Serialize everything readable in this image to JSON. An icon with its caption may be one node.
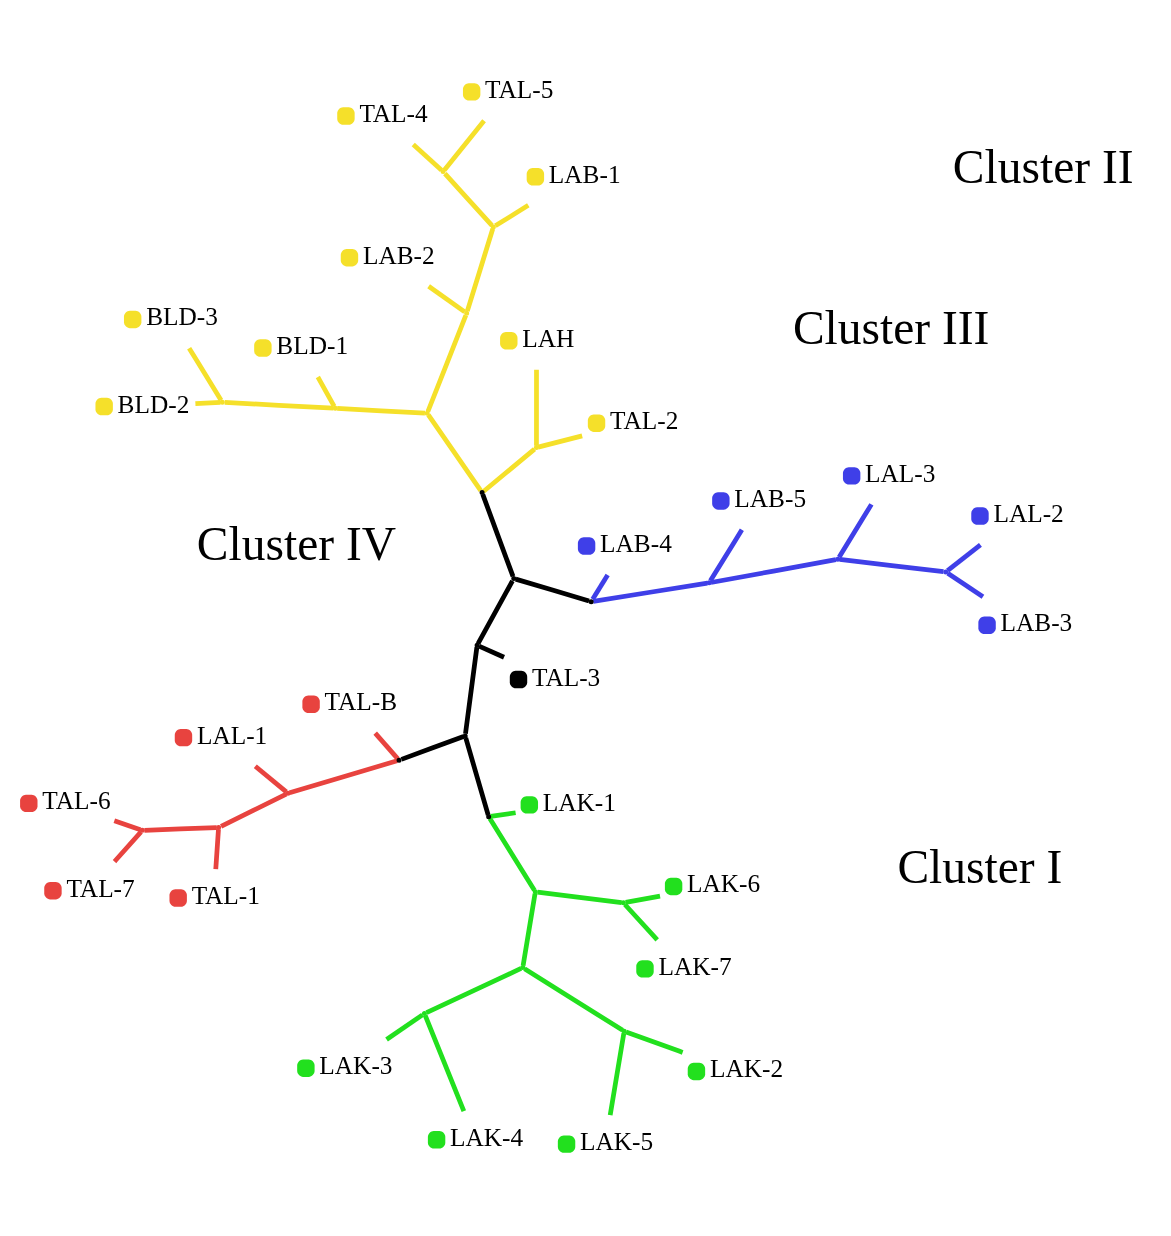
{
  "diagram": {
    "nodes": [
      {
        "text": [],
        "shape": "point"
      },
      {
        "text": [],
        "shape": "point"
      },
      {
        "text": [],
        "shape": "point"
      },
      {
        "text": [],
        "shape": "point"
      },
      {
        "text": [],
        "shape": "point"
      },
      {
        "text": [],
        "shape": "point"
      },
      {
        "text": [],
        "shape": "point"
      },
      {
        "text": [],
        "shape": "point"
      },
      {
        "text": [],
        "shape": "point"
      },
      {
        "text": [],
        "shape": "point"
      },
      {
        "text": [],
        "shape": "point"
      },
      {
        "text": [],
        "shape": "point"
      },
      {
        "text": [],
        "shape": "point"
      },
      {
        "text": [],
        "shape": "point"
      },
      {
        "text": [],
        "shape": "point"
      },
      {
        "text": [],
        "shape": "point"
      },
      {
        "text": [],
        "shape": "point"
      },
      {
        "text": [],
        "shape": "point"
      },
      {
        "text": [],
        "shape": "point"
      },
      {
        "text": [],
        "shape": "point"
      },
      {
        "text": [],
        "shape": "point"
      },
      {
        "text": [],
        "shape": "point"
      },
      {
        "text": [],
        "shape": "point"
      },
      {
        "text": [],
        "shape": "point"
      },
      {
        "text": [],
        "shape": "point"
      },
      {
        "text": [
          "LAK-2"
        ]
      },
      {
        "text": [
          "LAK-4"
        ]
      },
      {
        "text": [
          "LAK-5"
        ]
      },
      {
        "text": [
          "LAK-3"
        ]
      },
      {
        "text": [
          "LAK-7"
        ]
      },
      {
        "text": [
          "LAK-6"
        ]
      },
      {
        "text": [
          "TAL-1"
        ]
      },
      {
        "text": [
          "TAL-6"
        ]
      },
      {
        "text": [
          "LAL-1"
        ]
      },
      {
        "text": [
          "TAL-B"
        ]
      },
      {
        "text": [
          "TAL-7"
        ]
      },
      {
        "text": [
          "LAK-1"
        ]
      },
      {
        "text": [
          "TAL-3"
        ]
      },
      {
        "text": [
          "LAB-4"
        ]
      },
      {
        "text": [
          "LAB-5"
        ]
      },
      {
        "text": [
          "LAL-3"
        ]
      },
      {
        "text": [
          "TAL-5"
        ]
      },
      {
        "text": [
          "LAB-2"
        ]
      },
      {
        "text": [
          "LAH"
        ]
      },
      {
        "text": [
          "TAL-2"
        ]
      },
      {
        "text": [
          "TAL-4"
        ]
      },
      {
        "text": [
          "LAB-1"
        ]
      },
      {
        "text": [
          "LAB-3"
        ]
      },
      {
        "text": [
          "LAL-2"
        ]
      },
      {
        "text": [
          "BLD-1"
        ]
      },
      {
        "text": [
          "BLD-2"
        ]
      },
      {
        "text": [
          "BLD-3"
        ]
      }
    ],
    "edges": [
      {
        "from": 0,
        "to": 1,
        "arrow": "none",
        "color": "#000000"
      },
      {
        "from": 1,
        "to": 2,
        "arrow": "none",
        "color": "#000000"
      },
      {
        "from": 1,
        "to": 37,
        "arrow": "none",
        "color": "#000000"
      },
      {
        "from": 0,
        "to": 3,
        "arrow": "none",
        "color": "#000000"
      },
      {
        "from": 3,
        "to": 34,
        "arrow": "none",
        "color": "#e8433f"
      },
      {
        "from": 3,
        "to": 4,
        "arrow": "none",
        "color": "#e8433f"
      },
      {
        "from": 4,
        "to": 33,
        "arrow": "none",
        "color": "#e8433f"
      },
      {
        "from": 4,
        "to": 5,
        "arrow": "none",
        "color": "#e8433f"
      },
      {
        "from": 5,
        "to": 31,
        "arrow": "none",
        "color": "#e8433f"
      },
      {
        "from": 5,
        "to": 6,
        "arrow": "none",
        "color": "#e8433f"
      },
      {
        "from": 6,
        "to": 32,
        "arrow": "none",
        "color": "#e8433f"
      },
      {
        "from": 6,
        "to": 35,
        "arrow": "none",
        "color": "#e8433f"
      },
      {
        "from": 0,
        "to": 7,
        "arrow": "none",
        "color": "#000000"
      },
      {
        "from": 7,
        "to": 36,
        "arrow": "none",
        "color": "#22e01e"
      },
      {
        "from": 7,
        "to": 8,
        "arrow": "none",
        "color": "#22e01e"
      },
      {
        "from": 8,
        "to": 9,
        "arrow": "none",
        "color": "#22e01e"
      },
      {
        "from": 9,
        "to": 29,
        "arrow": "none",
        "color": "#22e01e"
      },
      {
        "from": 9,
        "to": 30,
        "arrow": "none",
        "color": "#22e01e"
      },
      {
        "from": 8,
        "to": 10,
        "arrow": "none",
        "color": "#22e01e"
      },
      {
        "from": 10,
        "to": 11,
        "arrow": "none",
        "color": "#22e01e"
      },
      {
        "from": 11,
        "to": 26,
        "arrow": "none",
        "color": "#22e01e"
      },
      {
        "from": 11,
        "to": 28,
        "arrow": "none",
        "color": "#22e01e"
      },
      {
        "from": 10,
        "to": 12,
        "arrow": "none",
        "color": "#22e01e"
      },
      {
        "from": 12,
        "to": 27,
        "arrow": "none",
        "color": "#22e01e"
      },
      {
        "from": 12,
        "to": 25,
        "arrow": "none",
        "color": "#22e01e"
      },
      {
        "from": 2,
        "to": 13,
        "arrow": "none",
        "color": "#000000"
      },
      {
        "from": 13,
        "to": 38,
        "arrow": "none",
        "color": "#3f3fe8"
      },
      {
        "from": 13,
        "to": 14,
        "arrow": "none",
        "color": "#3f3fe8"
      },
      {
        "from": 14,
        "to": 39,
        "arrow": "none",
        "color": "#3f3fe8"
      },
      {
        "from": 14,
        "to": 15,
        "arrow": "none",
        "color": "#3f3fe8"
      },
      {
        "from": 15,
        "to": 40,
        "arrow": "none",
        "color": "#3f3fe8"
      },
      {
        "from": 15,
        "to": 16,
        "arrow": "none",
        "color": "#3f3fe8"
      },
      {
        "from": 16,
        "to": 47,
        "arrow": "none",
        "color": "#3f3fe8"
      },
      {
        "from": 16,
        "to": 48,
        "arrow": "none",
        "color": "#3f3fe8"
      },
      {
        "from": 2,
        "to": 17,
        "arrow": "none",
        "color": "#000000"
      },
      {
        "from": 17,
        "to": 18,
        "arrow": "none",
        "color": "#f5e02a"
      },
      {
        "from": 18,
        "to": 43,
        "arrow": "none",
        "color": "#f5e02a"
      },
      {
        "from": 18,
        "to": 44,
        "arrow": "none",
        "color": "#f5e02a"
      },
      {
        "from": 17,
        "to": 19,
        "arrow": "none",
        "color": "#f5e02a"
      },
      {
        "from": 19,
        "to": 20,
        "arrow": "none",
        "color": "#f5e02a"
      },
      {
        "from": 20,
        "to": 49,
        "arrow": "none",
        "color": "#f5e02a"
      },
      {
        "from": 20,
        "to": 21,
        "arrow": "none",
        "color": "#f5e02a"
      },
      {
        "from": 21,
        "to": 50,
        "arrow": "none",
        "color": "#f5e02a"
      },
      {
        "from": 21,
        "to": 51,
        "arrow": "none",
        "color": "#f5e02a"
      },
      {
        "from": 19,
        "to": 22,
        "arrow": "none",
        "color": "#f5e02a"
      },
      {
        "from": 22,
        "to": 42,
        "arrow": "none",
        "color": "#f5e02a"
      },
      {
        "from": 22,
        "to": 23,
        "arrow": "none",
        "color": "#f5e02a"
      },
      {
        "from": 23,
        "to": 46,
        "arrow": "none",
        "color": "#f5e02a"
      },
      {
        "from": 23,
        "to": 24,
        "arrow": "none",
        "color": "#f5e02a"
      },
      {
        "from": 24,
        "to": 41,
        "arrow": "none",
        "color": "#f5e02a"
      },
      {
        "from": 24,
        "to": 45,
        "arrow": "none",
        "color": "#f5e02a"
      }
    ],
    "labels": [
      "Cluster III",
      "Cluster I",
      "Cluster II",
      "Cluster IV"
    ]
  }
}
